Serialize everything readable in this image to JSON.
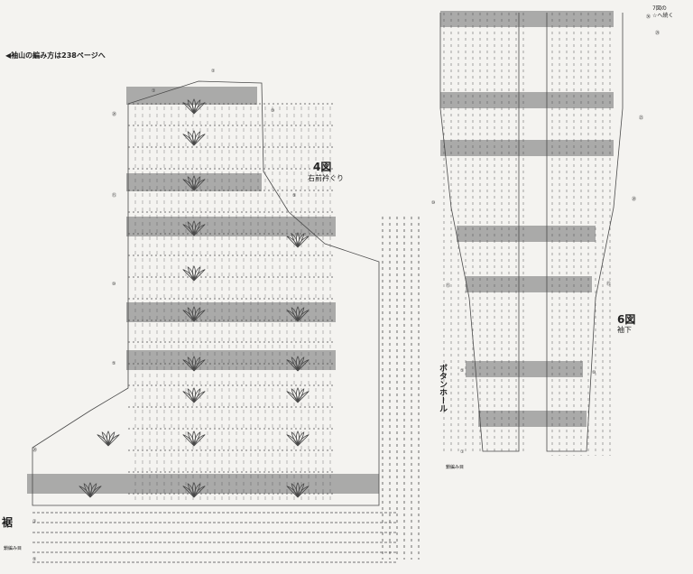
{
  "labels": {
    "note": "◀袖山の編み方は238ページへ",
    "fig4_title": "4図",
    "fig4_subtitle": "右前衿ぐり",
    "fig6_title": "6図",
    "fig6_subtitle": "袖下",
    "hem": "裾",
    "start_chain_1": "鎖編み目",
    "start_chain_2": "鎖編み目",
    "buttonhole": "ボタンホール",
    "continue_line1": "7図の",
    "continue_line2": "☆へ続く"
  },
  "row_markers": {
    "r1": "①",
    "r2": "②",
    "r5": "⑤",
    "r10": "⑩",
    "r15": "⑮",
    "r20": "⑳",
    "r25": "㉕",
    "r29": "㉙",
    "r30": "㉚"
  },
  "colors": {
    "background": "#f4f3f0",
    "stripe": "#9c9c9c",
    "ink": "#4a4a4a"
  }
}
